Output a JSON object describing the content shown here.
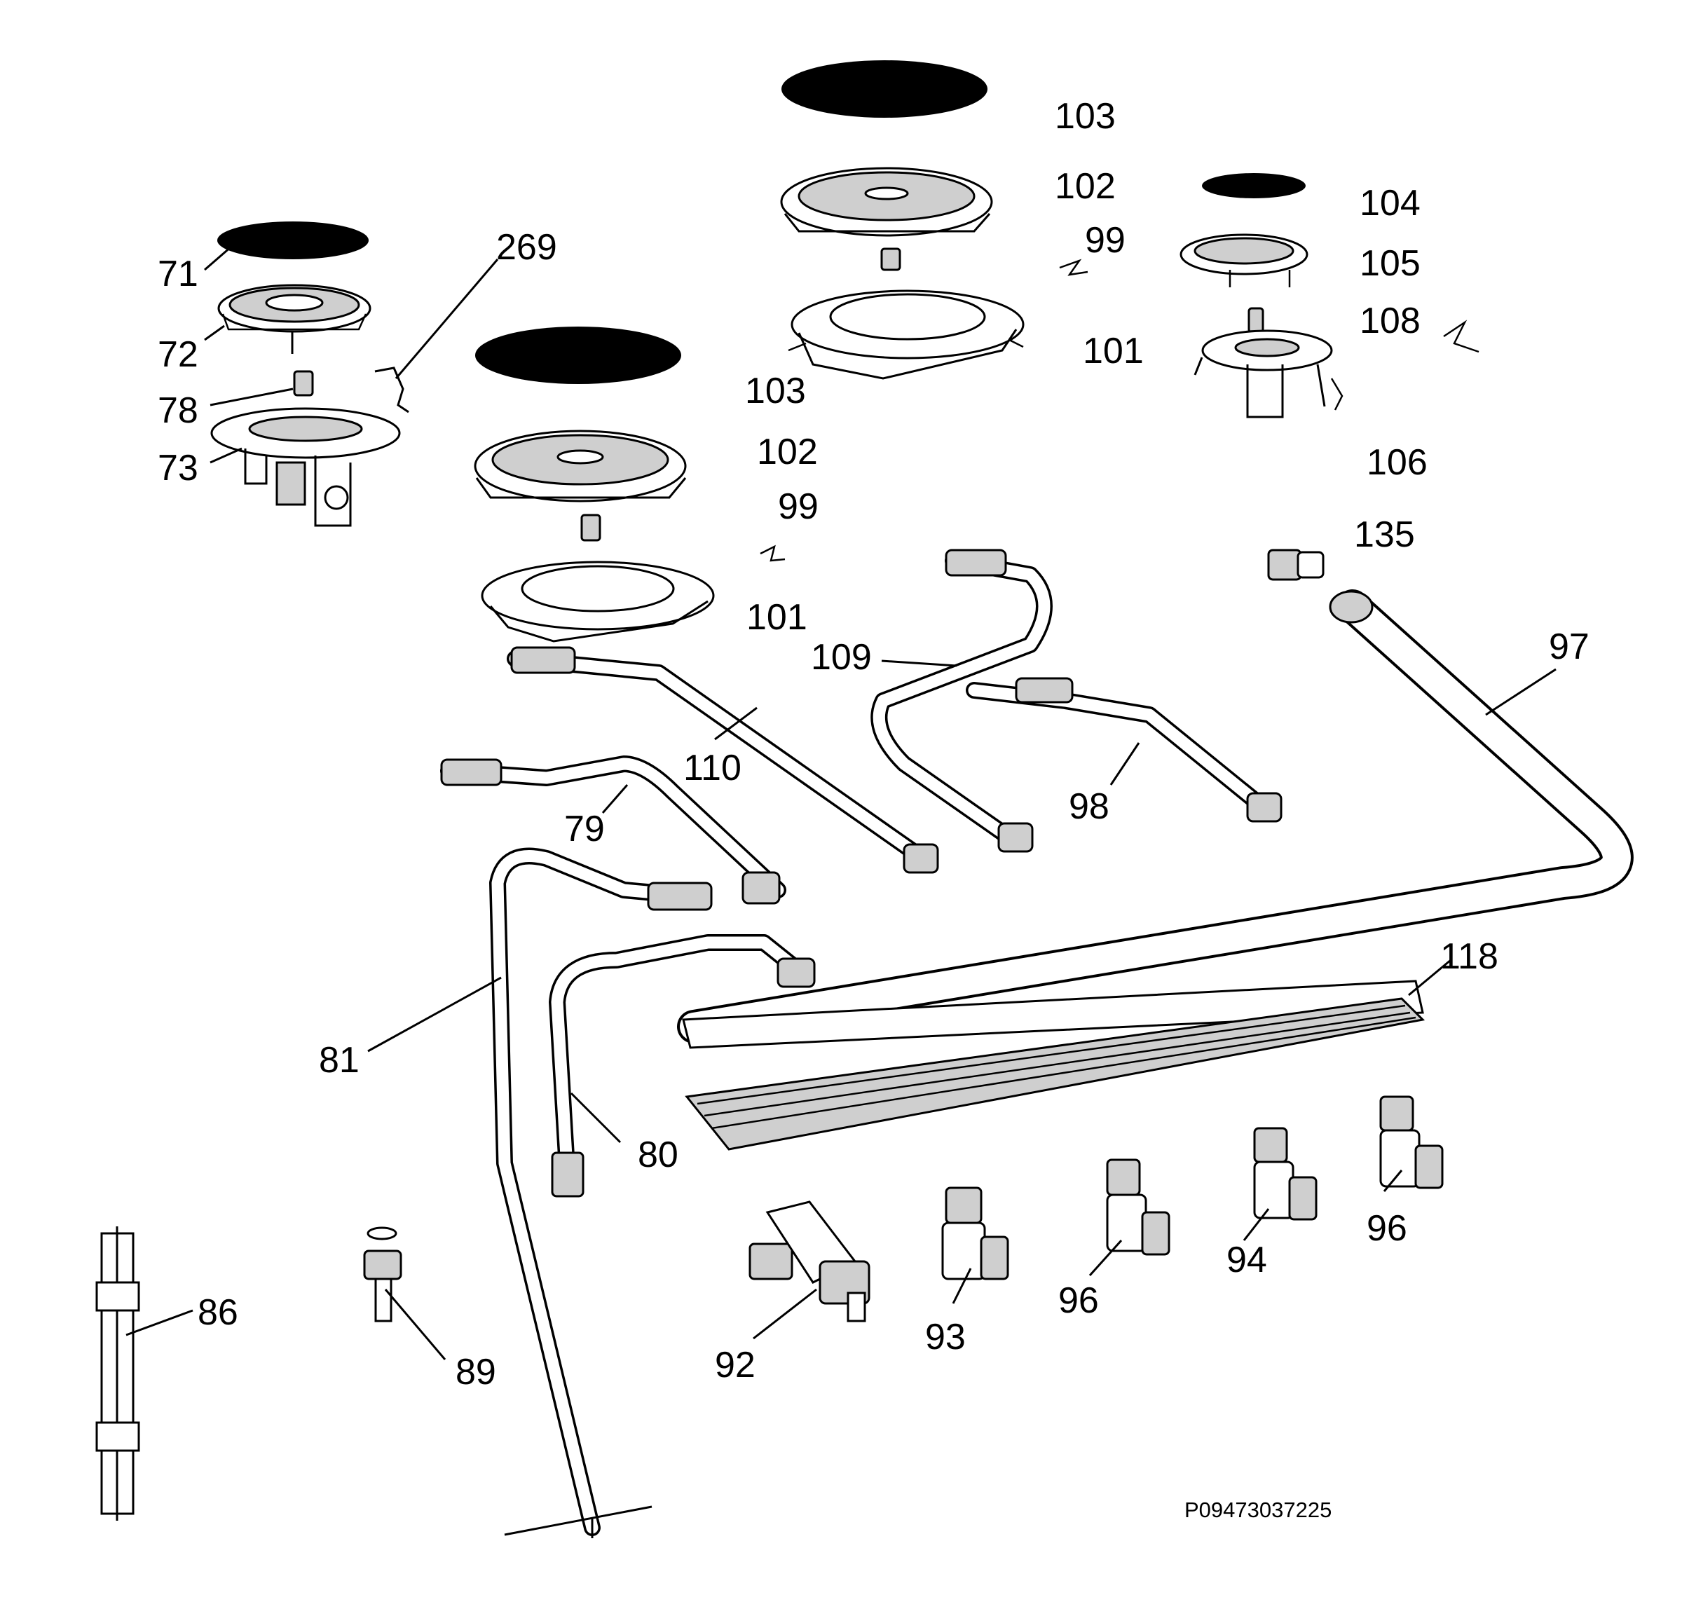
{
  "diagram": {
    "code": "P09473037225",
    "labels": [
      {
        "id": "lbl-71",
        "text": "71"
      },
      {
        "id": "lbl-72",
        "text": "72"
      },
      {
        "id": "lbl-78",
        "text": "78"
      },
      {
        "id": "lbl-73",
        "text": "73"
      },
      {
        "id": "lbl-269",
        "text": "269"
      },
      {
        "id": "lbl-103a",
        "text": "103"
      },
      {
        "id": "lbl-102a",
        "text": "102"
      },
      {
        "id": "lbl-99a",
        "text": "99"
      },
      {
        "id": "lbl-101a",
        "text": "101"
      },
      {
        "id": "lbl-103b",
        "text": "103"
      },
      {
        "id": "lbl-102b",
        "text": "102"
      },
      {
        "id": "lbl-99b",
        "text": "99"
      },
      {
        "id": "lbl-101b",
        "text": "101"
      },
      {
        "id": "lbl-104",
        "text": "104"
      },
      {
        "id": "lbl-105",
        "text": "105"
      },
      {
        "id": "lbl-108",
        "text": "108"
      },
      {
        "id": "lbl-106",
        "text": "106"
      },
      {
        "id": "lbl-135",
        "text": "135"
      },
      {
        "id": "lbl-97",
        "text": "97"
      },
      {
        "id": "lbl-109",
        "text": "109"
      },
      {
        "id": "lbl-110",
        "text": "110"
      },
      {
        "id": "lbl-98",
        "text": "98"
      },
      {
        "id": "lbl-79",
        "text": "79"
      },
      {
        "id": "lbl-118",
        "text": "118"
      },
      {
        "id": "lbl-81",
        "text": "81"
      },
      {
        "id": "lbl-80",
        "text": "80"
      },
      {
        "id": "lbl-86",
        "text": "86"
      },
      {
        "id": "lbl-89",
        "text": "89"
      },
      {
        "id": "lbl-92",
        "text": "92"
      },
      {
        "id": "lbl-93",
        "text": "93"
      },
      {
        "id": "lbl-96a",
        "text": "96"
      },
      {
        "id": "lbl-94",
        "text": "94"
      },
      {
        "id": "lbl-96b",
        "text": "96"
      }
    ]
  }
}
